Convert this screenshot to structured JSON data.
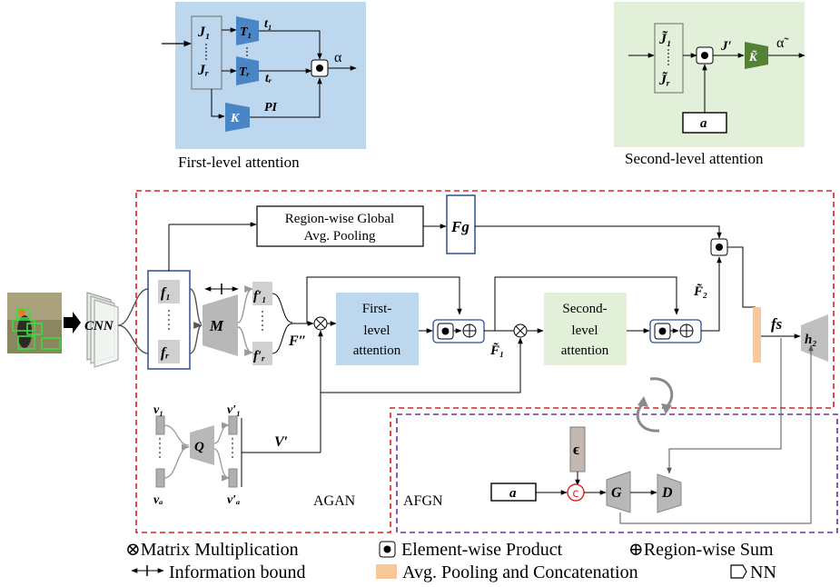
{
  "first_level": {
    "title": "First-level attention",
    "j1": "J₁",
    "jr": "Jᵣ",
    "t1": "T₁",
    "tr": "Tᵣ",
    "t1_out": "t₁",
    "tr_out": "tᵣ",
    "k": "K",
    "pi": "PI",
    "alpha": "α"
  },
  "second_level": {
    "title": "Second-level attention",
    "j1": "J̃₁",
    "jr": "J̃ᵣ",
    "jprime": "J′",
    "ktilde": "K̃",
    "alpha_tilde": "α̃",
    "a": "a"
  },
  "agan": {
    "label": "AGAN",
    "cnn": "CNN",
    "rgap": "Region-wise Global Avg. Pooling",
    "rgap_line1": "Region-wise Global",
    "rgap_line2": "Avg. Pooling",
    "fg": "Fg",
    "f1": "f₁",
    "fr": "fᵣ",
    "m": "M",
    "f1p": "f′₁",
    "frp": "f′ᵣ",
    "fpp": "F″",
    "first_att_line1": "First-",
    "first_att_line2": "level",
    "first_att_line3": "attention",
    "f1tilde": "F̃₁",
    "second_att_line1": "Second-",
    "second_att_line2": "level",
    "second_att_line3": "attention",
    "f2tilde": "F̃₂",
    "fs": "fs",
    "h2": "h₂",
    "v1": "v₁",
    "va": "vₐ",
    "q": "Q",
    "v1p": "v′₁",
    "vap": "v′ₐ",
    "vprime": "V′"
  },
  "afgn": {
    "label": "AFGN",
    "epsilon": "ϵ",
    "a": "a",
    "concat": "c",
    "g": "G",
    "d": "D"
  },
  "legend": {
    "matmul": "⊗Matrix Multiplication",
    "info_bound": "Information bound",
    "elem_product": "Element-wise Product",
    "region_sum": "⊕Region-wise Sum",
    "avg_pool_concat": "Avg. Pooling and Concatenation",
    "nn": "NN"
  },
  "colors": {
    "blue_panel": "#bdd7ee",
    "green_panel": "#e2efd9",
    "blue_block": "#4a86c5",
    "green_block": "#548235",
    "agan_border": "#e02020",
    "afgn_border": "#7030a0",
    "concat_bar": "#f8c89a",
    "gray_block": "#b8b8b8"
  }
}
